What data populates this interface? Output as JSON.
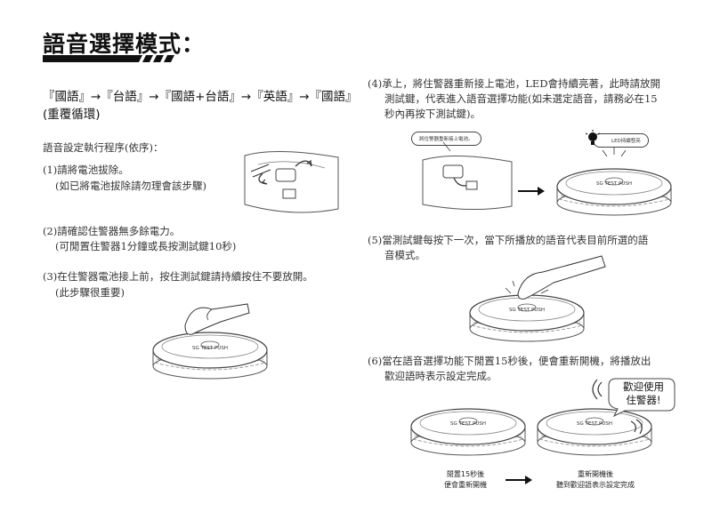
{
  "title": "語音選擇模式：",
  "sequence": "『國語』→『台語』→『國語+台語』→『英語』→『國語』",
  "sequence_note": "(重覆循環)",
  "procedure_heading": "語音設定執行程序(依序)：",
  "steps": {
    "s1": {
      "main": "(1)請將電池拔除。",
      "note": "(如已將電池拔除請勿理會該步驟)"
    },
    "s2": {
      "main": "(2)請確認住警器無多餘電力。",
      "note": "(可閒置住警器1分鐘或長按測試鍵10秒)"
    },
    "s3": {
      "main": "(3)在住警器電池接上前，按住測試鍵請持續按住不要放開。",
      "note": "(此步驟很重要)"
    },
    "s4": {
      "line1": "(4)承上，將住警器重新接上電池，LED會持續亮著，此時請放開",
      "line2": "測試鍵，代表進入語音選擇功能(如未選定語音，請務必在15",
      "line3": "秒內再按下測試鍵)。"
    },
    "s5": {
      "line1": "(5)當測試鍵每按下一次，當下所播放的語音代表目前所選的語",
      "line2": "音模式。"
    },
    "s6": {
      "line1": "(6)當在語音選擇功能下閒置15秒後，便會重新開機，將播放出",
      "line2": "歡迎語時表示設定完成。"
    }
  },
  "callouts": {
    "reconnect": "將住警器重新接上電池。",
    "led": "LED持續發亮"
  },
  "speech_bubble": {
    "line1": "歡迎使用",
    "line2": "住警器!"
  },
  "captions": {
    "idle_line1": "閒置15秒後",
    "idle_line2": "便會重新開機",
    "restart_line1": "重新開機後",
    "restart_line2": "聽到歡迎語表示設定完成"
  },
  "device_label": "SG TEST PUSH"
}
